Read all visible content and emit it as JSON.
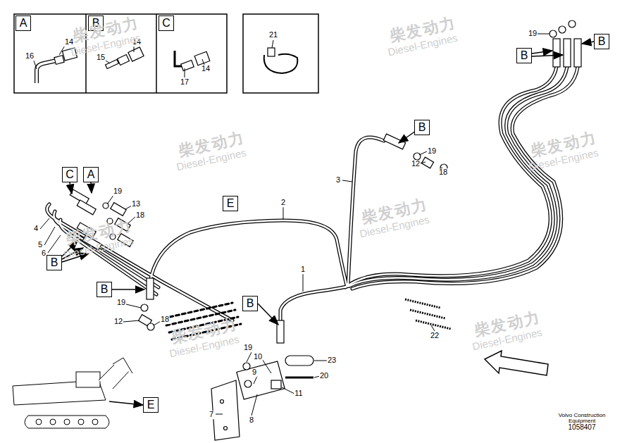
{
  "diagram": {
    "nodes": [
      {
        "text": [
          "A"
        ]
      },
      {
        "text": [
          "B"
        ]
      },
      {
        "text": [
          "C"
        ]
      },
      {
        "text": [
          "B"
        ]
      },
      {
        "text": [
          "B"
        ]
      },
      {
        "text": [
          "B"
        ]
      },
      {
        "text": [
          "E"
        ]
      },
      {
        "text": [
          "C"
        ]
      },
      {
        "text": [
          "A"
        ]
      },
      {
        "text": [
          "B"
        ]
      },
      {
        "text": [
          "B"
        ]
      },
      {
        "text": [
          "B"
        ]
      },
      {
        "text": [
          "E"
        ]
      }
    ],
    "labels": [
      "14",
      "16",
      "14",
      "15",
      "17",
      "14",
      "21",
      "19",
      "19",
      "12",
      "18",
      "3",
      "2",
      "1",
      "22",
      "19",
      "13",
      "18",
      "4",
      "5",
      "6",
      "19",
      "12",
      "18",
      "19",
      "10",
      "23",
      "9",
      "20",
      "11",
      "8",
      "7",
      "Volvo Construction Equipment",
      "1058407",
      "柴发动力",
      "Diesel-Engines",
      "柴发动力",
      "Diesel-Engines",
      "柴发动力",
      "Diesel-Engines",
      "柴发动力",
      "Diesel-Engines",
      "柴发动力",
      "Diesel-Engines",
      "柴发动力",
      "Diesel-Engines",
      "柴发动力",
      "Diesel-Engines",
      "柴发动力",
      "Diesel-Engines"
    ]
  }
}
